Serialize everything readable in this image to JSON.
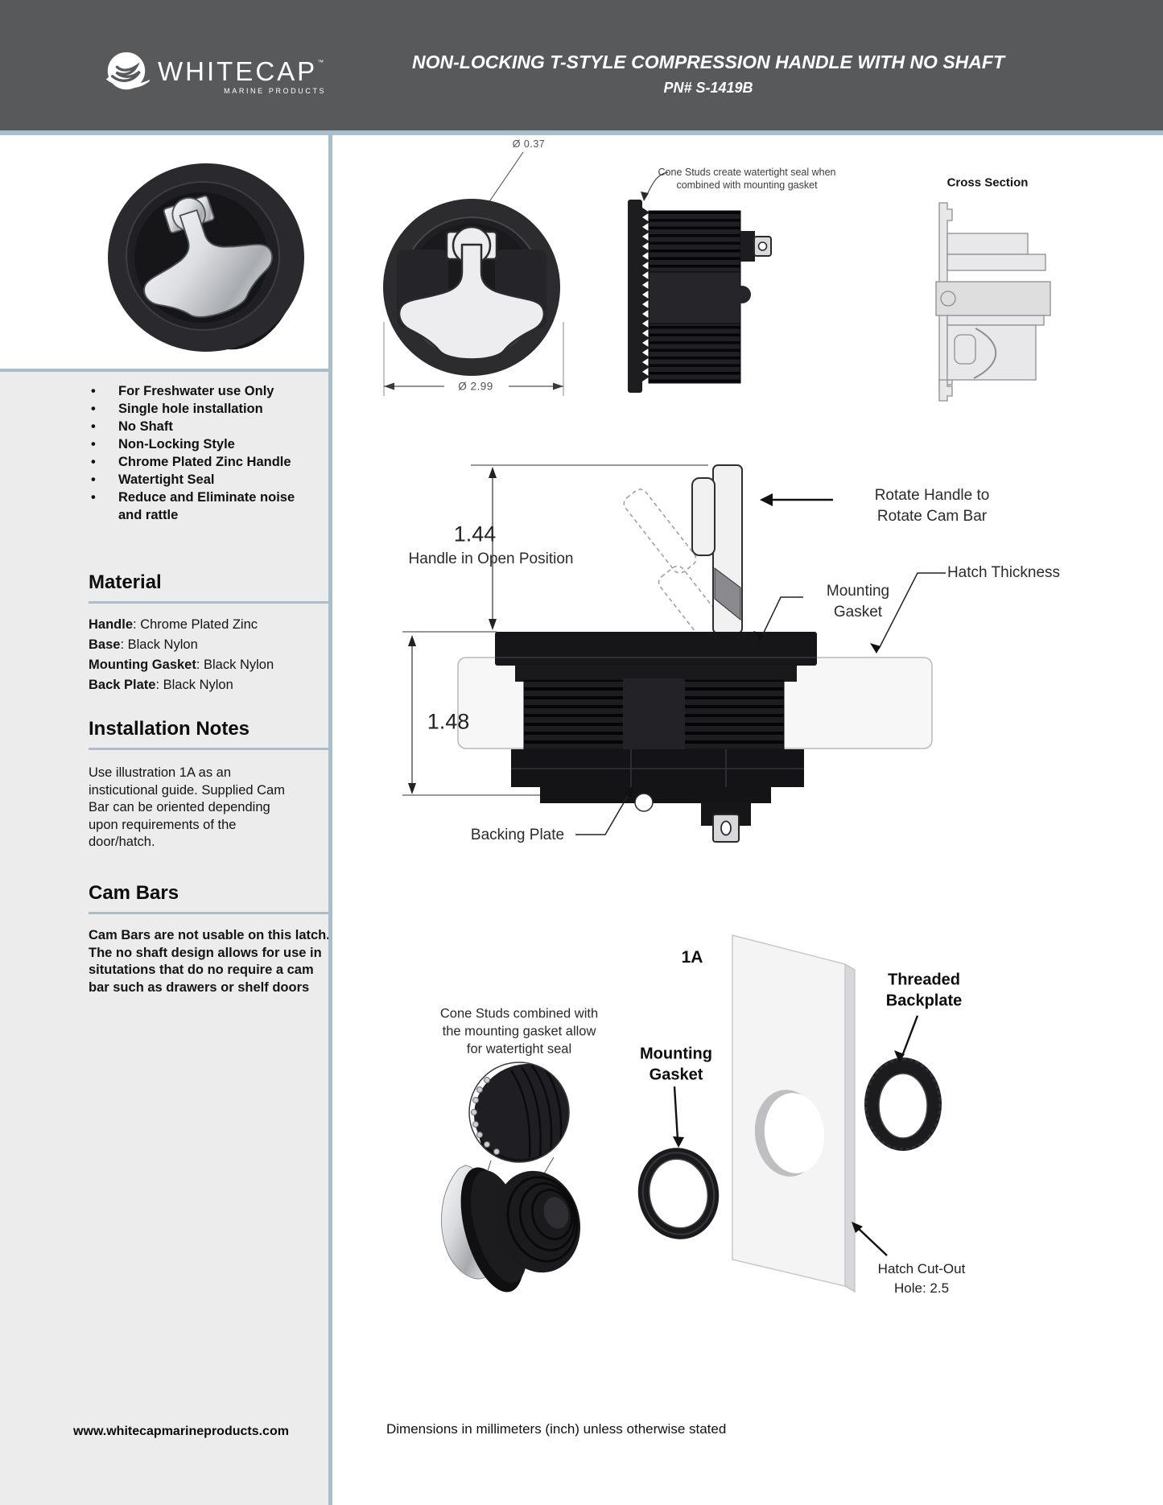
{
  "colors": {
    "header_bg": "#58595a",
    "accent": "#a9bec9",
    "sidebar_bg": "#ececec"
  },
  "header": {
    "brand": {
      "name": "WHITECAP",
      "tm": "™",
      "tagline": "MARINE PRODUCTS"
    },
    "title_line1": "NON-LOCKING T-STYLE COMPRESSION HANDLE WITH NO SHAFT",
    "title_line2": "PN# S-1419B"
  },
  "sidebar": {
    "features": [
      "For Freshwater use Only",
      "Single hole installation",
      "No Shaft",
      "Non-Locking Style",
      "Chrome Plated Zinc Handle",
      "Watertight Seal",
      "Reduce and Eliminate noise and rattle"
    ],
    "material": {
      "heading": "Material",
      "separator": ": ",
      "rows": [
        {
          "label": "Handle",
          "value": "Chrome Plated Zinc"
        },
        {
          "label": "Base",
          "value": "Black Nylon"
        },
        {
          "label": "Mounting Gasket",
          "value": "Black Nylon"
        },
        {
          "label": "Back Plate",
          "value": "Black Nylon"
        }
      ]
    },
    "installation": {
      "heading": "Installation Notes",
      "body": "Use illustration 1A as an insticutional guide.  Supplied Cam Bar can be oriented depending upon requirements of the door/hatch."
    },
    "cam_bars": {
      "heading": "Cam Bars",
      "body": "Cam Bars are not usable on this latch.  The no shaft design allows for use in situtations that do no require a cam bar such as drawers or shelf doors"
    },
    "website": "www.whitecapmarineproducts.com"
  },
  "drawings": {
    "front_view": {
      "dia_small": "Ø 0.37",
      "dia_overall": "Ø 2.99"
    },
    "side_view": {
      "note_lines": [
        "Cone Studs create watertight seal when",
        "combined with mounting gasket"
      ]
    },
    "cross_section": {
      "label": "Cross Section"
    },
    "assembly": {
      "dim_height": "1.44",
      "dim_height_label": "Handle in Open Position",
      "rotate_lines": [
        "Rotate Handle to",
        "Rotate Cam Bar"
      ],
      "gasket_lines": [
        "Mounting",
        "Gasket"
      ],
      "hatch_thickness": "Hatch Thickness",
      "dim_depth": "1.48",
      "backing_plate": "Backing Plate"
    },
    "exploded": {
      "figure_label": "1A",
      "cone_note_lines": [
        "Cone Studs combined with",
        "the mounting gasket allow",
        "for watertight seal"
      ],
      "gasket_lines": [
        "Mounting",
        "Gasket"
      ],
      "backplate_lines": [
        "Threaded",
        "Backplate"
      ],
      "cutout_lines": [
        "Hatch Cut-Out",
        "Hole: 2.5"
      ]
    }
  },
  "footer": {
    "note": "Dimensions in millimeters (inch) unless otherwise stated"
  }
}
